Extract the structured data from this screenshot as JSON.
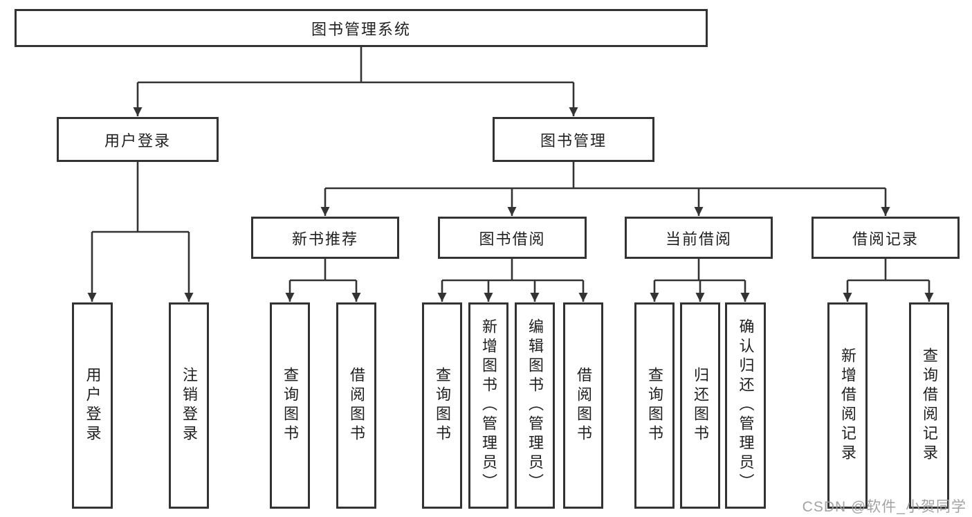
{
  "colors": {
    "line": "#333333",
    "box_border": "#333333",
    "text": "#1f1f1f",
    "background": "#ffffff",
    "watermark": "#9e9e9e"
  },
  "watermark": {
    "text": "CSDN @软件_小贺同学"
  },
  "tree": {
    "root": {
      "label": "图书管理系统"
    },
    "user_login": {
      "label": "用户登录",
      "children": [
        "用户登录",
        "注销登录"
      ]
    },
    "book_management": {
      "label": "图书管理"
    },
    "new_book": {
      "label": "新书推荐",
      "children": [
        "查询图书",
        "借阅图书"
      ]
    },
    "book_borrow": {
      "label": "图书借阅",
      "children": [
        "查询图书",
        "新增图书（管理员）",
        "编辑图书（管理员）",
        "借阅图书"
      ]
    },
    "current_borrow": {
      "label": "当前借阅",
      "children": [
        "查询图书",
        "归还图书",
        "确认归还（管理员）"
      ]
    },
    "borrow_record": {
      "label": "借阅记录",
      "children": [
        "新增借阅记录",
        "查询借阅记录"
      ]
    }
  }
}
